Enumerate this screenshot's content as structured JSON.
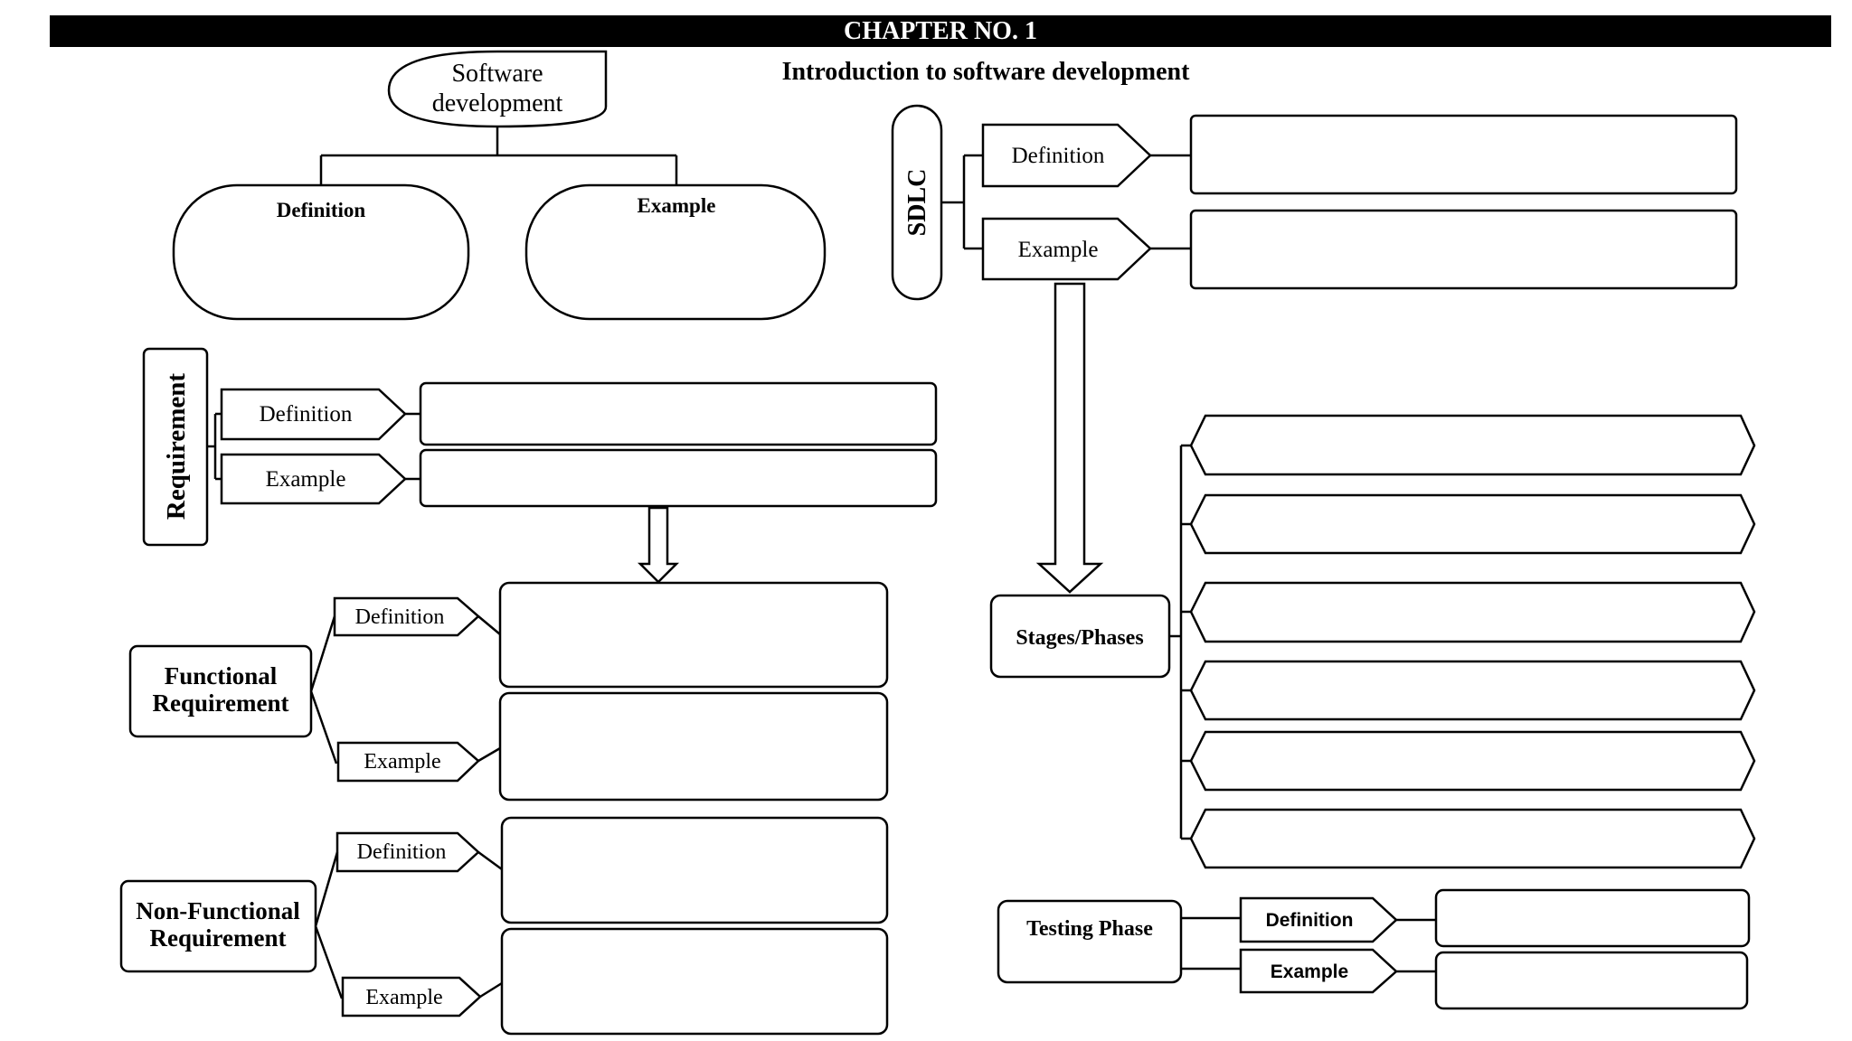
{
  "header": {
    "chapter": "CHAPTER NO. 1"
  },
  "subtitle": "Introduction to software development",
  "software_development": {
    "title_line1": "Software",
    "title_line2": "development",
    "definition": "Definition",
    "example": "Example"
  },
  "sdlc": {
    "label": "SDLC",
    "definition": "Definition",
    "example": "Example"
  },
  "requirement": {
    "label": "Requirement",
    "definition": "Definition",
    "example": "Example"
  },
  "functional": {
    "line1": "Functional",
    "line2": "Requirement",
    "definition": "Definition",
    "example": "Example"
  },
  "non_functional": {
    "line1": "Non-Functional",
    "line2": "Requirement",
    "definition": "Definition",
    "example": "Example"
  },
  "stages": {
    "label": "Stages/Phases"
  },
  "testing": {
    "label": "Testing Phase",
    "definition": "Definition",
    "example": "Example"
  }
}
